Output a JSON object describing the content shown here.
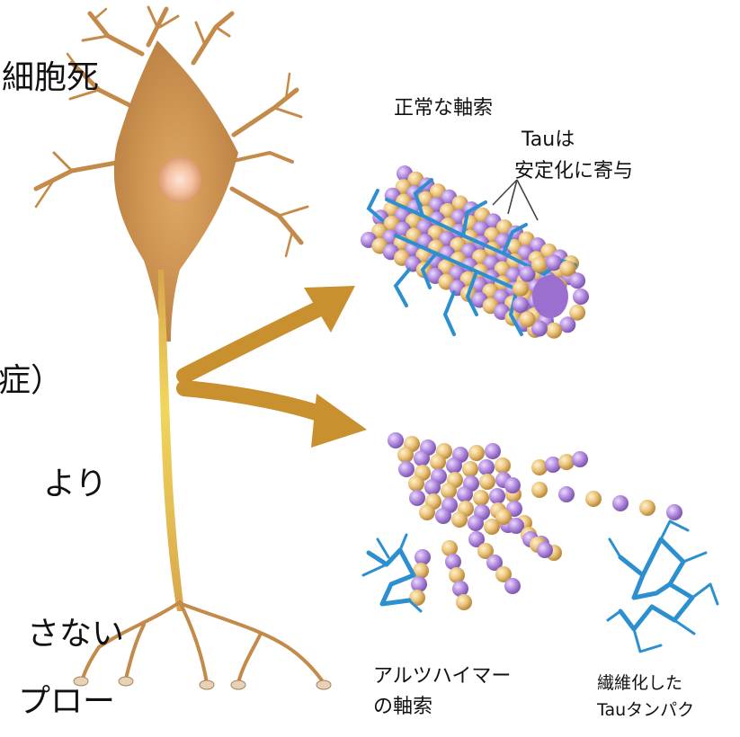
{
  "left_fragments": {
    "line1": "細胞死",
    "line2": "症）",
    "line3": "より",
    "line4": "さない",
    "line5": "プロー"
  },
  "labels": {
    "normal_axon": "正常な軸索",
    "tau_role_line1": "Tauは",
    "tau_role_line2": "安定化に寄与",
    "alzheimer_axon_line1": "アルツハイマー",
    "alzheimer_axon_line2": "の軸索",
    "fibrillized_tau_line1": "繊維化した",
    "fibrillized_tau_line2": "Tauタンパク"
  },
  "colors": {
    "neuron": "#c98f4e",
    "nucleus": "#f6c8ae",
    "axon": "#e9c84a",
    "arrow": "#c9902f",
    "bead_yellow": "#e9c178",
    "bead_purple": "#b48be0",
    "tau": "#2c8fd0"
  }
}
